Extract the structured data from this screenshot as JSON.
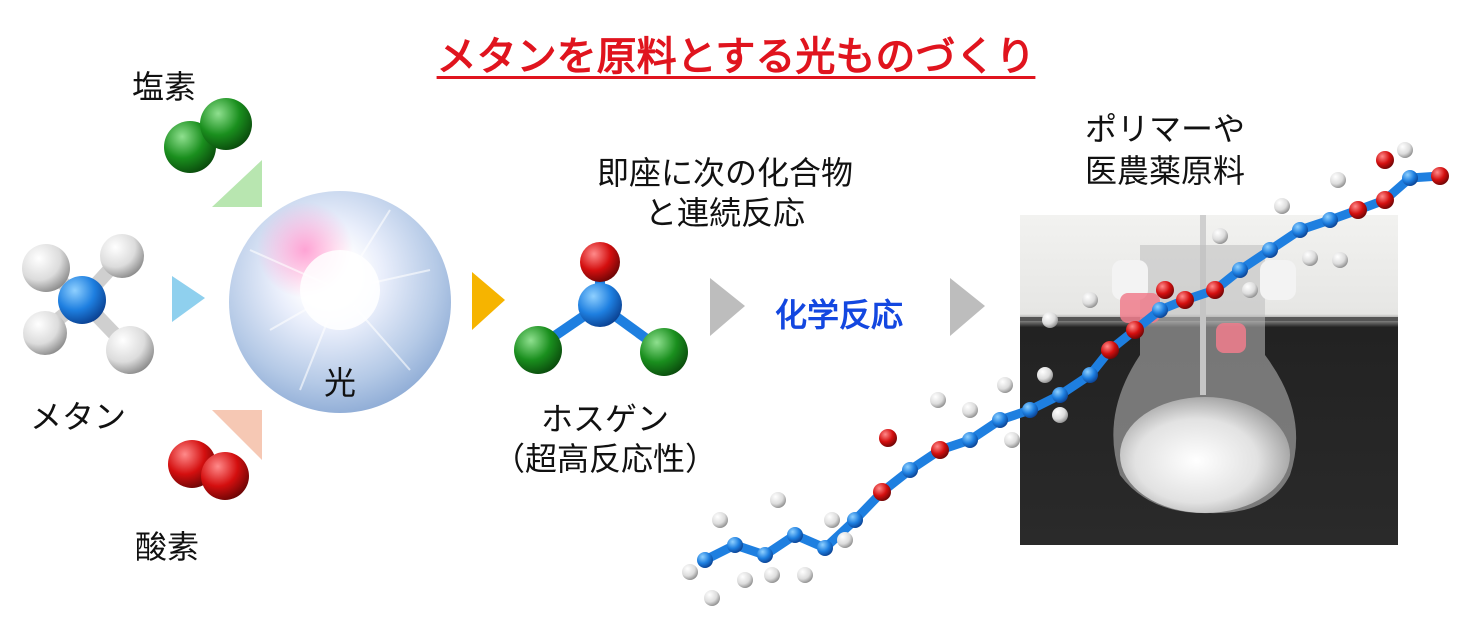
{
  "title": "メタンを原料とする光ものづくり",
  "labels": {
    "chlorine": "塩素",
    "oxygen": "酸素",
    "methane": "メタン",
    "light": "光",
    "next_reaction_line1": "即座に次の化合物",
    "next_reaction_line2": "と連続反応",
    "phosgene_name": "ホスゲン",
    "phosgene_note": "（超高反応性）",
    "chem_reaction": "化学反応",
    "product_line1": "ポリマーや",
    "product_line2": "医農薬原料"
  },
  "colors": {
    "title": "#e0141e",
    "chem_reaction": "#1347e0",
    "carbon": "#1e7fe0",
    "hydrogen": "#e6e6e6",
    "chlorine": "#1a8f1e",
    "oxygen": "#d40f0f",
    "arrow_chlorine": "#b8e6b0",
    "arrow_methane": "#8fd0ee",
    "arrow_oxygen": "#f6c8b4",
    "arrow_light": "#f6b400",
    "arrow_gray": "#bdbdbd"
  }
}
